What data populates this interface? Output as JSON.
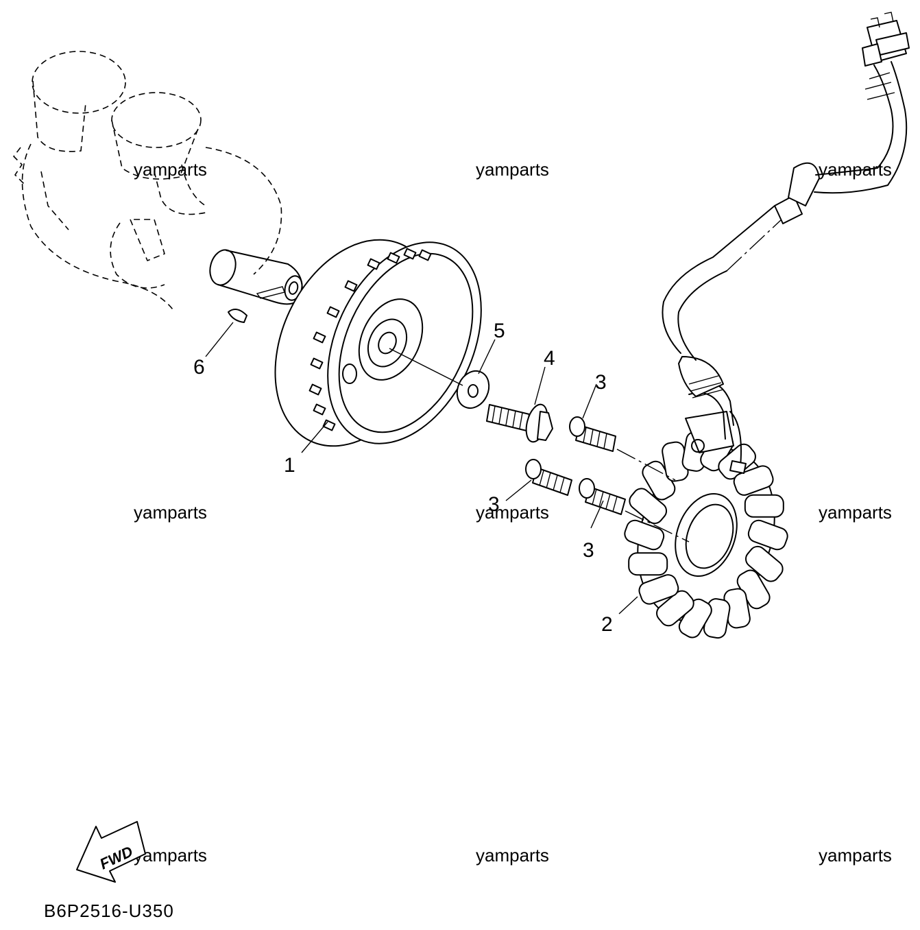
{
  "diagram": {
    "callouts": [
      {
        "id": "part-1",
        "label": "1"
      },
      {
        "id": "part-2",
        "label": "2"
      },
      {
        "id": "part-3a",
        "label": "3"
      },
      {
        "id": "part-3b",
        "label": "3"
      },
      {
        "id": "part-3c",
        "label": "3"
      },
      {
        "id": "part-4",
        "label": "4"
      },
      {
        "id": "part-5",
        "label": "5"
      },
      {
        "id": "part-6",
        "label": "6"
      }
    ],
    "watermark": "yamparts",
    "fwd_badge": "FWD",
    "diagram_code": "B6P2516-U350"
  }
}
